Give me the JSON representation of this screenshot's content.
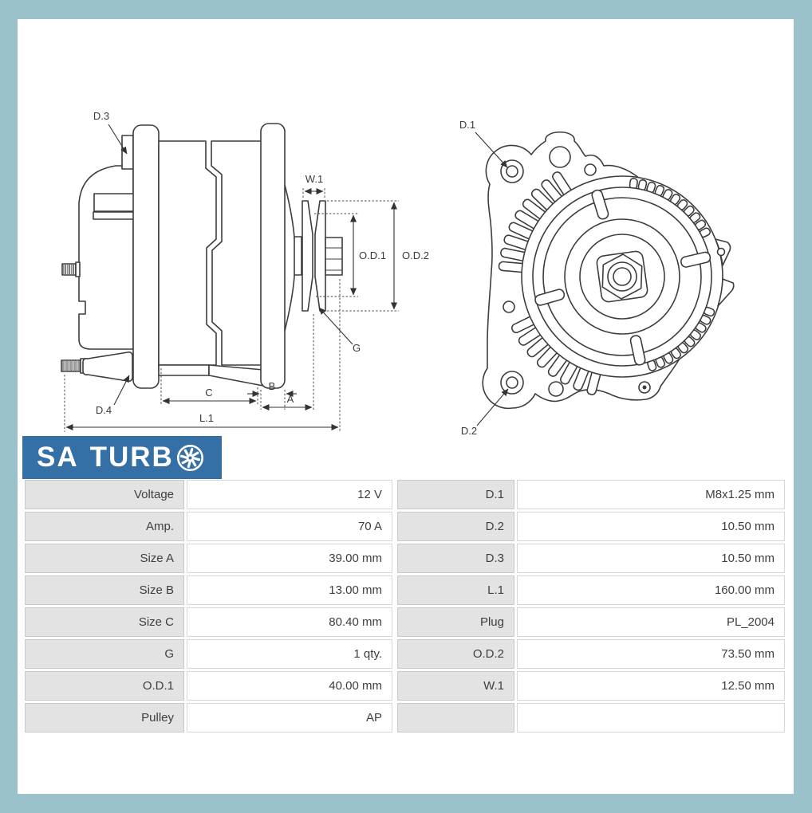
{
  "page": {
    "border_color": "#9bc1ca",
    "content_bg": "#ffffff",
    "line_color": "#3d3d3d"
  },
  "logo": {
    "text_word1": "SA",
    "text_word2": "TURB",
    "icon": "turbo-fan-icon",
    "bg_color": "#3470a6",
    "text_color": "#ffffff"
  },
  "diagram": {
    "side_labels": {
      "d3": "D.3",
      "d4": "D.4",
      "w1": "W.1",
      "od1": "O.D.1",
      "od2": "O.D.2",
      "g": "G",
      "c": "C",
      "b": "B",
      "a": "A",
      "l1": "L.1"
    },
    "front_labels": {
      "d1": "D.1",
      "d2": "D.2"
    }
  },
  "table": {
    "left_rows": [
      {
        "label": "Voltage",
        "value": "12 V"
      },
      {
        "label": "Amp.",
        "value": "70 A"
      },
      {
        "label": "Size A",
        "value": "39.00 mm"
      },
      {
        "label": "Size B",
        "value": "13.00 mm"
      },
      {
        "label": "Size C",
        "value": "80.40 mm"
      },
      {
        "label": "G",
        "value": "1 qty."
      },
      {
        "label": "O.D.1",
        "value": "40.00 mm"
      },
      {
        "label": "Pulley",
        "value": "AP"
      }
    ],
    "right_rows": [
      {
        "label": "D.1",
        "value": "M8x1.25 mm"
      },
      {
        "label": "D.2",
        "value": "10.50 mm"
      },
      {
        "label": "D.3",
        "value": "10.50 mm"
      },
      {
        "label": "L.1",
        "value": "160.00 mm"
      },
      {
        "label": "Plug",
        "value": "PL_2004"
      },
      {
        "label": "O.D.2",
        "value": "73.50 mm"
      },
      {
        "label": "W.1",
        "value": "12.50 mm"
      },
      {
        "label": "",
        "value": ""
      }
    ]
  }
}
